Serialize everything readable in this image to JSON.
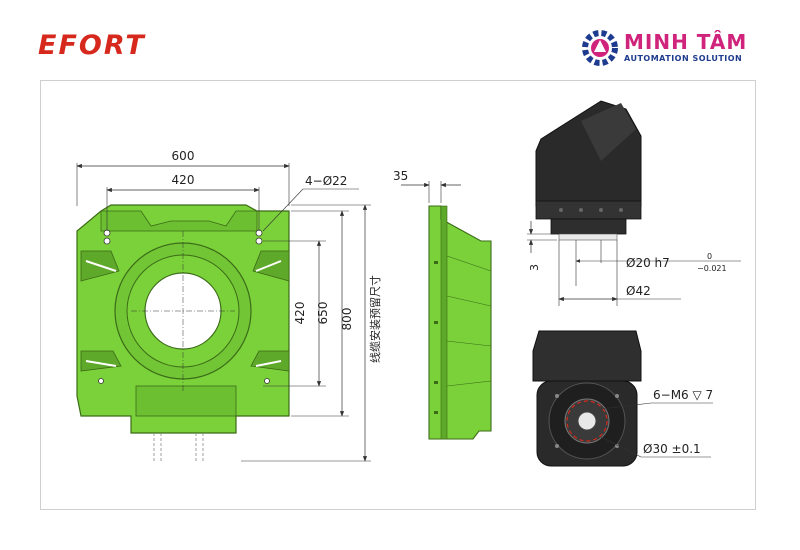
{
  "header": {
    "left_logo": "EFORT",
    "right_logo_name": "MINH TÂM",
    "right_logo_sub": "AUTOMATION SOLUTION"
  },
  "front_view": {
    "dim_width_outer": "600",
    "dim_width_holes": "420",
    "dim_height_holes": "420",
    "dim_height_mid": "650",
    "dim_height_total": "800",
    "hole_callout": "4−Ø22",
    "cable_note": "线缆安装预留尺寸"
  },
  "side_view": {
    "dim_thickness": "35"
  },
  "flange_side": {
    "dim_3": "3",
    "shaft_dia": "Ø20 h7",
    "tol_upper": "0",
    "tol_lower": "−0.021",
    "flange_dia": "Ø42"
  },
  "flange_front": {
    "thread_callout": "6−M6 ▽ 7",
    "pcd": "Ø30 ±0.1"
  },
  "colors": {
    "green": "#7ad13a",
    "green_dark": "#4e8f1c",
    "efort_red": "#d6281c",
    "mt_pink": "#d0247c",
    "mt_blue": "#1f3b8f"
  }
}
